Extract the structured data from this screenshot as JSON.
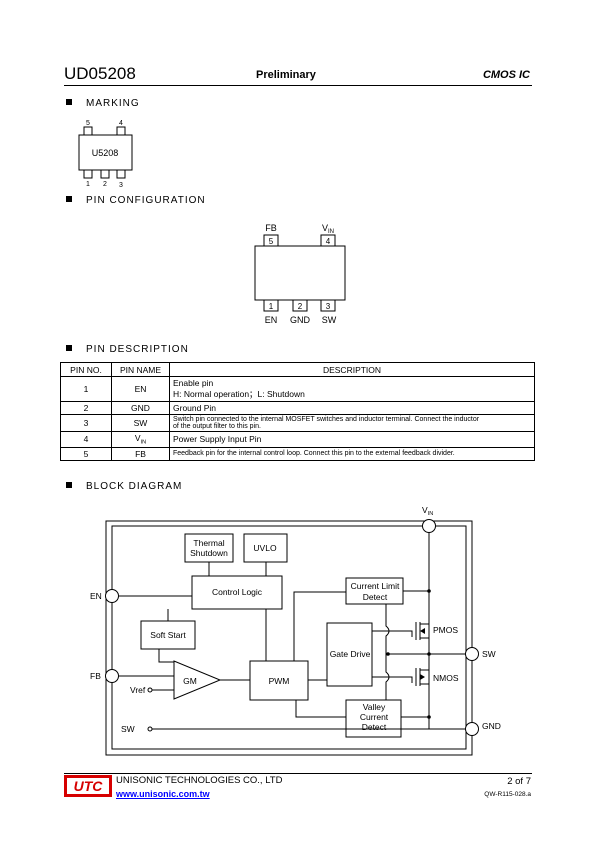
{
  "header": {
    "part": "UD05208",
    "status": "Preliminary",
    "category": "CMOS IC"
  },
  "sections": {
    "marking": "MARKING",
    "pin_config": "PIN CONFIGURATION",
    "pin_desc": "PIN DESCRIPTION",
    "block": "BLOCK DIAGRAM"
  },
  "marking": {
    "text": "U5208",
    "pins_top": [
      "5",
      "4"
    ],
    "pins_bottom": [
      "1",
      "2",
      "3"
    ]
  },
  "pin_config": {
    "top": [
      {
        "num": "5",
        "name": "FB"
      },
      {
        "num": "4",
        "name": "V",
        "sub": "IN"
      }
    ],
    "bottom": [
      {
        "num": "1",
        "name": "EN"
      },
      {
        "num": "2",
        "name": "GND"
      },
      {
        "num": "3",
        "name": "SW"
      }
    ]
  },
  "pin_table": {
    "headers": [
      "PIN NO.",
      "PIN NAME",
      "DESCRIPTION"
    ],
    "rows": [
      {
        "no": "1",
        "name": "EN",
        "desc": [
          "Enable pin",
          "H: Normal operation；L: Shutdown"
        ]
      },
      {
        "no": "2",
        "name": "GND",
        "desc": [
          "Ground Pin"
        ]
      },
      {
        "no": "3",
        "name": "SW",
        "desc": [
          "Switch pin connected to the internal MOSFET switches and inductor terminal. Connect the inductor",
          "of the output filter to this pin."
        ]
      },
      {
        "no": "4",
        "name": "V",
        "sub": "IN",
        "desc": [
          "Power Supply Input Pin"
        ]
      },
      {
        "no": "5",
        "name": "FB",
        "desc": [
          "Feedback pin for the internal control loop. Connect this pin to the external feedback divider."
        ]
      }
    ]
  },
  "block_diagram": {
    "vin": "V",
    "vin_sub": "IN",
    "thermal": [
      "Thermal",
      "Shutdown"
    ],
    "uvlo": "UVLO",
    "control_logic": "Control Logic",
    "current_limit": [
      "Current Limit",
      "Detect"
    ],
    "soft_start": "Soft Start",
    "gate_drive": "Gate Drive",
    "pmos": "PMOS",
    "nmos": "NMOS",
    "gm": "GM",
    "pwm": "PWM",
    "valley": [
      "Valley",
      "Current",
      "Detect"
    ],
    "en": "EN",
    "fb": "FB",
    "vref": "Vref",
    "sw_in": "SW",
    "sw_out": "SW",
    "gnd": "GND"
  },
  "footer": {
    "logo": "UTC",
    "company": "UNISONIC TECHNOLOGIES CO., LTD",
    "url": "www.unisonic.com.tw",
    "page": "2 of 7",
    "doc": "QW-R115-028.a"
  }
}
